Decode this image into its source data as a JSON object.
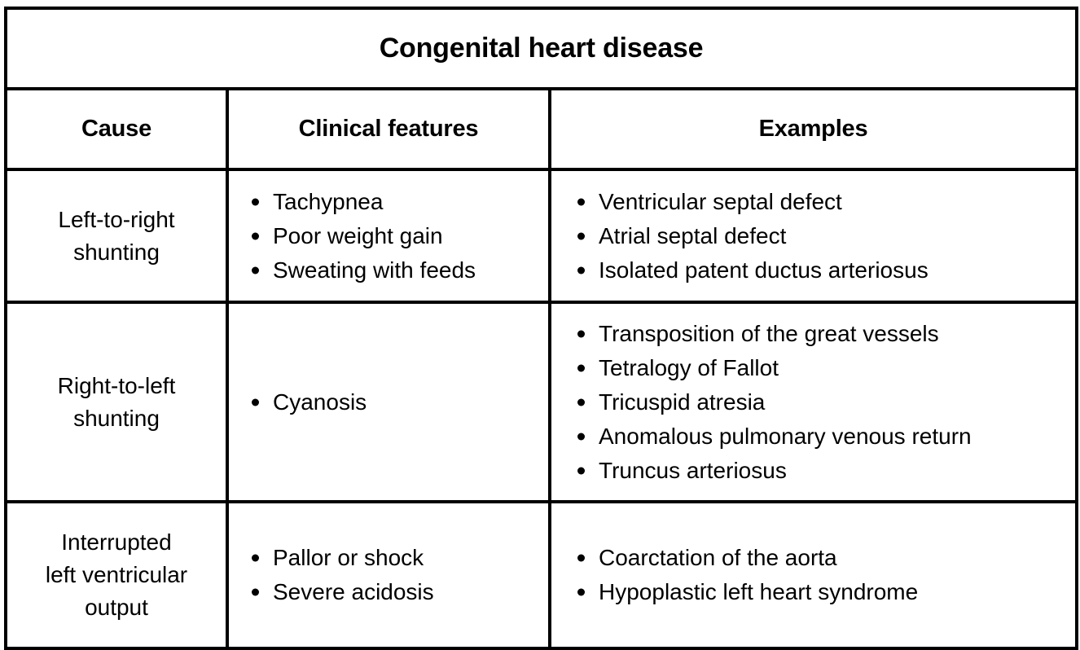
{
  "table": {
    "title": "Congenital heart disease",
    "columns": [
      {
        "key": "cause",
        "label": "Cause"
      },
      {
        "key": "features",
        "label": "Clinical features"
      },
      {
        "key": "examples",
        "label": "Examples"
      }
    ],
    "rows": [
      {
        "cause_lines": [
          "Left-to-right",
          "shunting"
        ],
        "features": [
          "Tachypnea",
          "Poor weight gain",
          "Sweating with feeds"
        ],
        "examples": [
          "Ventricular septal defect",
          "Atrial septal defect",
          "Isolated patent ductus arteriosus"
        ]
      },
      {
        "cause_lines": [
          "Right-to-left",
          "shunting"
        ],
        "features": [
          "Cyanosis"
        ],
        "examples": [
          "Transposition of the great vessels",
          "Tetralogy of Fallot",
          "Tricuspid atresia",
          "Anomalous pulmonary venous return",
          "Truncus arteriosus"
        ]
      },
      {
        "cause_lines": [
          "Interrupted",
          "left ventricular",
          "output"
        ],
        "features": [
          "Pallor or shock",
          "Severe acidosis"
        ],
        "examples": [
          "Coarctation of the aorta",
          "Hypoplastic left heart syndrome"
        ]
      }
    ]
  },
  "style": {
    "border_color": "#000000",
    "background": "#ffffff",
    "text_color": "#000000",
    "bullet_glyph": "•"
  }
}
